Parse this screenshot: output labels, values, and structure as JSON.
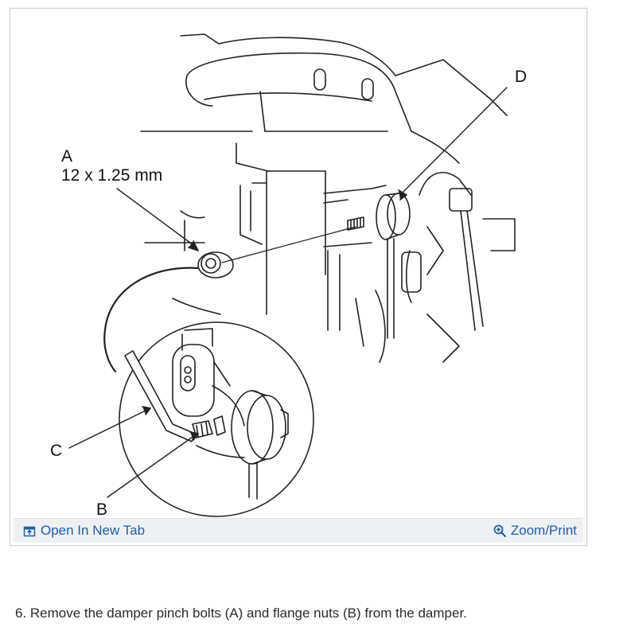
{
  "figure": {
    "label_a": "A",
    "label_a_spec": "12 x 1.25 mm",
    "label_b": "B",
    "label_c": "C",
    "label_d": "D"
  },
  "toolbar": {
    "open_tab_label": "Open In New Tab",
    "open_tab_icon": "open-in-new-tab-icon",
    "zoom_label": "Zoom/Print",
    "zoom_icon": "zoom-in-icon",
    "link_color": "#1f5fa8"
  },
  "caption": {
    "text": "6. Remove the damper pinch bolts (A) and flange nuts (B) from the damper."
  }
}
